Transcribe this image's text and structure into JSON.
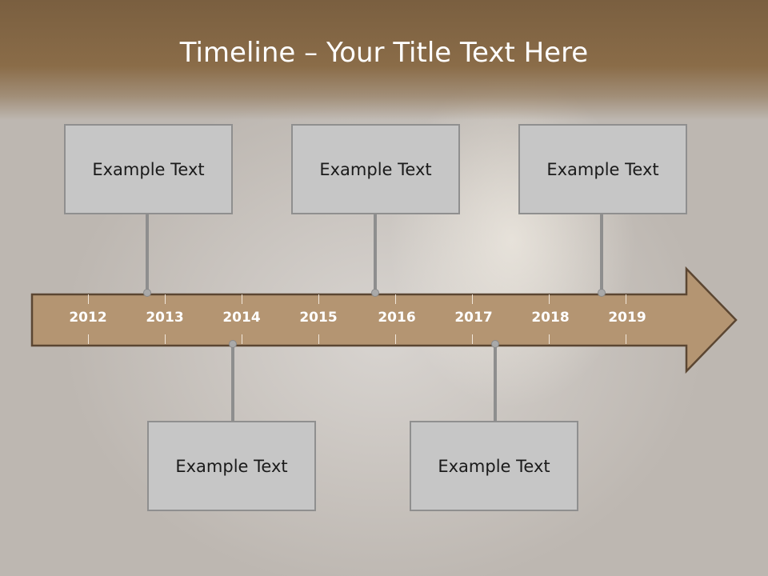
{
  "title": "Timeline – Your Title Text Here",
  "colors": {
    "title_band": "#7a5f40",
    "arrow_fill": "#b49572",
    "arrow_stroke": "#5b4632",
    "box_fill": "#c6c6c6",
    "box_border": "#8f8f8f",
    "connector": "#8e8e8e"
  },
  "years": [
    "2012",
    "2013",
    "2014",
    "2015",
    "2016",
    "2017",
    "2018",
    "2019"
  ],
  "events_top": [
    {
      "text": "Example Text"
    },
    {
      "text": "Example Text"
    },
    {
      "text": "Example Text"
    }
  ],
  "events_bottom": [
    {
      "text": "Example Text"
    },
    {
      "text": "Example Text"
    }
  ]
}
